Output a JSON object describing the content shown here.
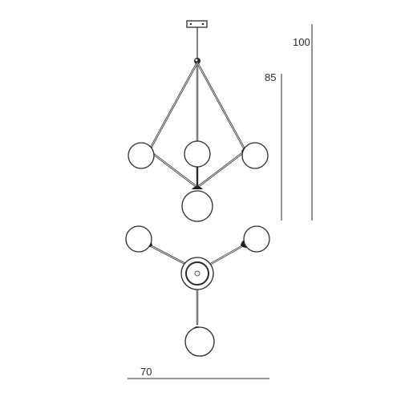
{
  "dimensions": {
    "total_height": "100",
    "body_height": "85",
    "width": "70"
  },
  "views": [
    "side-view",
    "top-view"
  ],
  "colors": {
    "line": "#2b2b2b",
    "background": "#ffffff"
  }
}
